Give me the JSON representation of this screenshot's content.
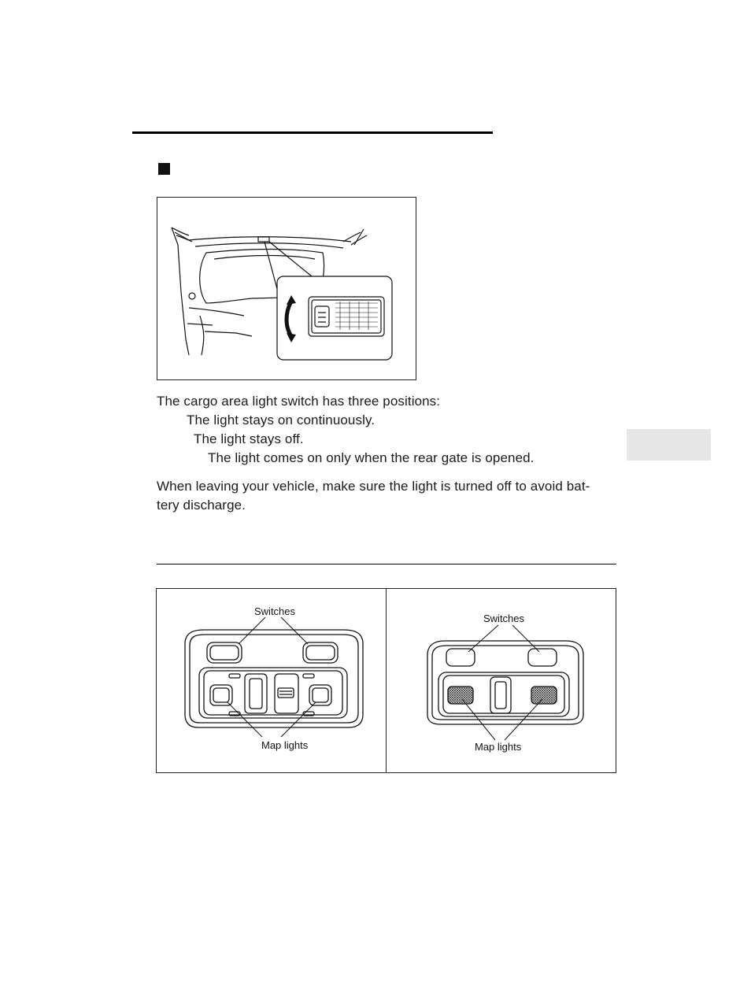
{
  "page": {
    "intro_line": "The cargo area light switch has three positions:",
    "positions": [
      "The light stays on continuously.",
      "The light stays off.",
      "The light comes on only when the rear gate is opened."
    ],
    "advice": [
      "When leaving your vehicle, make sure the light is turned off to avoid bat-",
      "tery discharge."
    ]
  },
  "figure_left": {
    "switches_label": "Switches",
    "map_lights_label": "Map lights"
  },
  "figure_right": {
    "switches_label": "Switches",
    "map_lights_label": "Map lights"
  },
  "colors": {
    "rule": "#000000",
    "side_tab": "#e6e6e6"
  }
}
